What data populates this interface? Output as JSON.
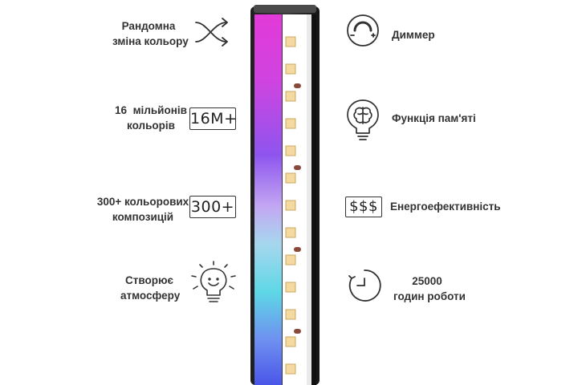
{
  "features_left": [
    {
      "label_line1": "Рандомна",
      "label_line2": "зміна кольору",
      "icon": "shuffle-arrows-icon"
    },
    {
      "label_line1": "16  мільйонів",
      "label_line2": "кольорів",
      "icon": "16m-badge",
      "badge": "16M+"
    },
    {
      "label_line1": "300+ кольорових",
      "label_line2": "композицій",
      "icon": "300-badge",
      "badge": "300+"
    },
    {
      "label_line1": "Створює",
      "label_line2": "атмосферу",
      "icon": "smiling-bulb-icon"
    }
  ],
  "features_right": [
    {
      "label_line1": "Диммер",
      "label_line2": "",
      "icon": "dimmer-knob-icon"
    },
    {
      "label_line1": "Функція пам'яті",
      "label_line2": "",
      "icon": "brain-bulb-icon"
    },
    {
      "label_line1": "Енергоефективність",
      "label_line2": "",
      "icon": "dollar-signs-icon",
      "badge": "$$$"
    },
    {
      "label_line1": "25000",
      "label_line2": "годин роботи",
      "icon": "clock-icon"
    }
  ],
  "colors": {
    "icon_stroke": "#333333",
    "gradient": [
      "#e23ad8",
      "#b54ce8",
      "#7a55f0",
      "#c3a8f2",
      "#a6d7ee",
      "#5ed7e6",
      "#5a6cf0"
    ]
  }
}
